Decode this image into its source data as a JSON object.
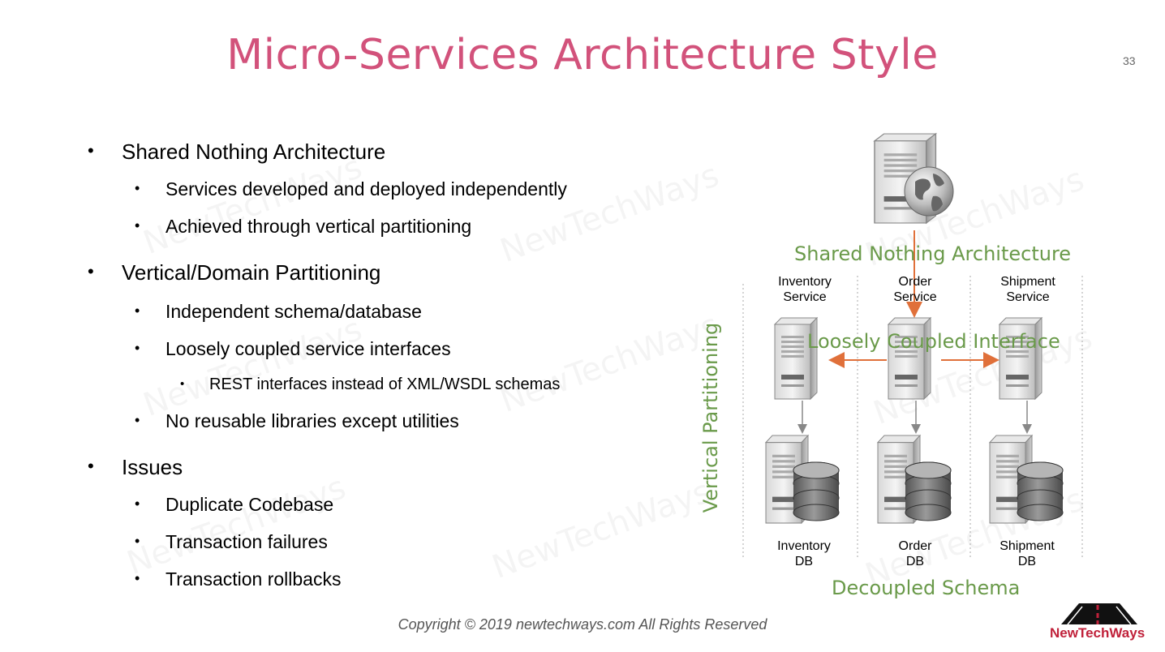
{
  "slide": {
    "title": "Micro-Services Architecture Style",
    "number": "33",
    "copyright": "Copyright © 2019 newtechways.com All Rights Reserved",
    "watermark": "NewTechWays"
  },
  "bullets": [
    {
      "level": 1,
      "text": "Shared Nothing Architecture"
    },
    {
      "level": 2,
      "text": "Services developed and deployed independently"
    },
    {
      "level": 2,
      "text": "Achieved through vertical partitioning"
    },
    {
      "level": 1,
      "text": "Vertical/Domain Partitioning"
    },
    {
      "level": 2,
      "text": "Independent schema/database"
    },
    {
      "level": 2,
      "text": "Loosely coupled service interfaces"
    },
    {
      "level": 3,
      "text": "REST interfaces instead of XML/WSDL schemas"
    },
    {
      "level": 2,
      "text": "No reusable libraries except utilities"
    },
    {
      "level": 1,
      "text": "Issues"
    },
    {
      "level": 2,
      "text": "Duplicate Codebase"
    },
    {
      "level": 2,
      "text": "Transaction failures"
    },
    {
      "level": 2,
      "text": "Transaction rollbacks"
    }
  ],
  "diagram": {
    "shared_nothing": "Shared Nothing Architecture",
    "loosely_coupled": "Loosely Coupled Interface",
    "decoupled_schema": "Decoupled Schema",
    "vertical_partitioning": "Vertical Partitioning",
    "services": [
      {
        "line1": "Inventory",
        "line2": "Service"
      },
      {
        "line1": "Order",
        "line2": "Service"
      },
      {
        "line1": "Shipment",
        "line2": "Service"
      }
    ],
    "databases": [
      {
        "line1": "Inventory",
        "line2": "DB"
      },
      {
        "line1": "Order",
        "line2": "DB"
      },
      {
        "line1": "Shipment",
        "line2": "DB"
      }
    ]
  },
  "logo": {
    "text": "NewTechWays",
    "colors": {
      "red": "#c0213a",
      "black": "#111111"
    }
  },
  "colors": {
    "title": "#d2527b",
    "green_label": "#6a9a4a",
    "arrow_orange": "#e0703a"
  }
}
